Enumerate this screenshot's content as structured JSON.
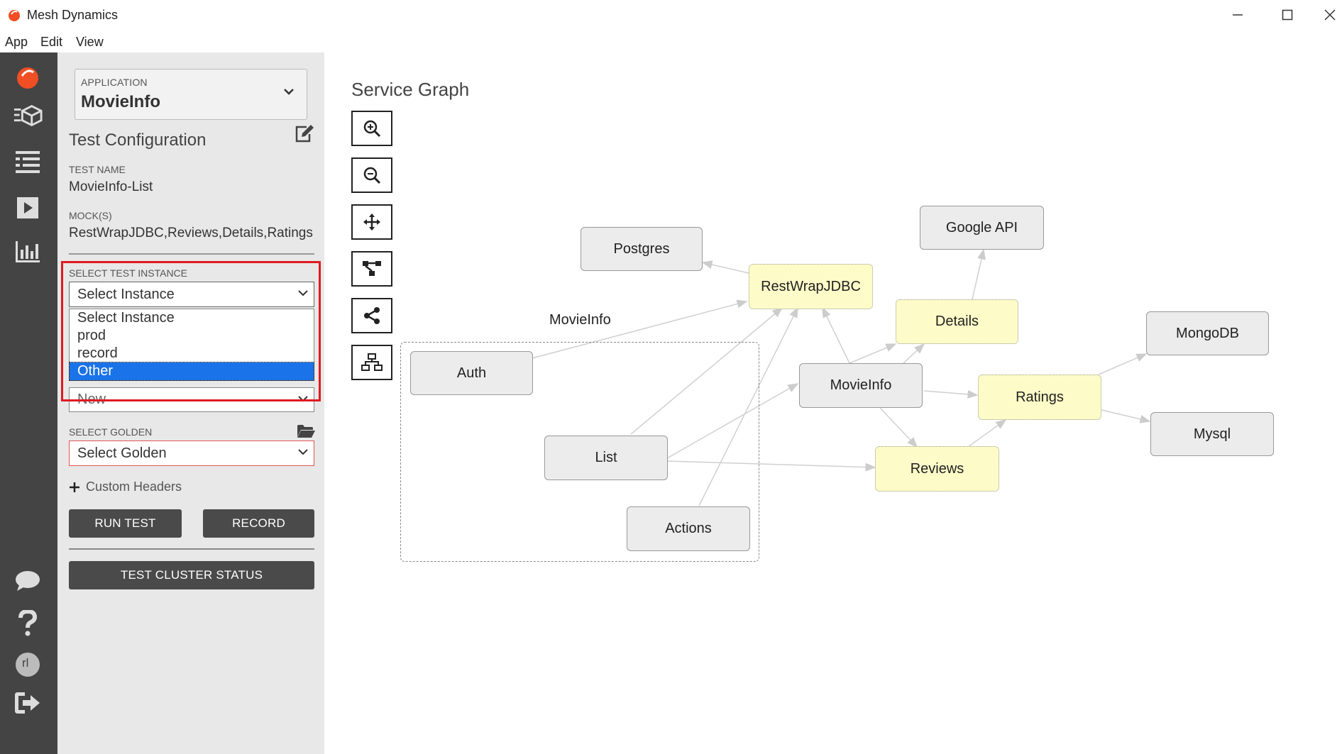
{
  "window": {
    "title": "Mesh Dynamics"
  },
  "menu": [
    "App",
    "Edit",
    "View"
  ],
  "rail": {
    "user_initials": "rl"
  },
  "sidebar": {
    "application": {
      "label": "APPLICATION",
      "value": "MovieInfo"
    },
    "section_title": "Test Configuration",
    "test_name": {
      "label": "TEST NAME",
      "value": "MovieInfo-List"
    },
    "mocks": {
      "label": "MOCK(S)",
      "value": "RestWrapJDBC,Reviews,Details,Ratings"
    },
    "test_instance": {
      "label": "SELECT TEST INSTANCE",
      "value": "Select Instance",
      "options": [
        "Select Instance",
        "prod",
        "record",
        "Other"
      ],
      "selected_option": "Other"
    },
    "record_mode": {
      "value": "New"
    },
    "golden": {
      "label": "SELECT GOLDEN",
      "value": "Select Golden"
    },
    "custom_headers": "Custom Headers",
    "run_test": "RUN TEST",
    "record": "RECORD",
    "test_cluster_status": "TEST CLUSTER STATUS"
  },
  "graph": {
    "title": "Service Graph",
    "group_label": "MovieInfo",
    "nodes": {
      "postgres": "Postgres",
      "restwrap": "RestWrapJDBC",
      "googleapi": "Google API",
      "details": "Details",
      "mongodb": "MongoDB",
      "auth": "Auth",
      "movieinfo": "MovieInfo",
      "ratings": "Ratings",
      "mysql": "Mysql",
      "list": "List",
      "reviews": "Reviews",
      "actions": "Actions"
    }
  }
}
